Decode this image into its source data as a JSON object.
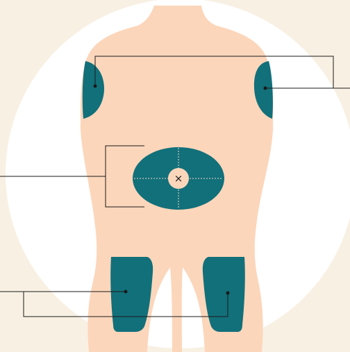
{
  "diagram": {
    "subject": "injection-sites-body-diagram",
    "injection_sites": [
      {
        "id": "upper-arm-right",
        "label": ""
      },
      {
        "id": "upper-arm-left",
        "label": ""
      },
      {
        "id": "abdomen",
        "label": ""
      },
      {
        "id": "thigh-right",
        "label": ""
      },
      {
        "id": "thigh-left",
        "label": ""
      }
    ],
    "navel_marker_symbol": "×",
    "colors": {
      "background": "#f8f0e3",
      "circle": "#ffffff",
      "body_skin": "#fcd6bb",
      "injection_zone": "#12707a",
      "navel": "#fcd6bb",
      "leader_lines": "#1a1a1a",
      "dotted_dividers": "#f3dcca"
    }
  }
}
